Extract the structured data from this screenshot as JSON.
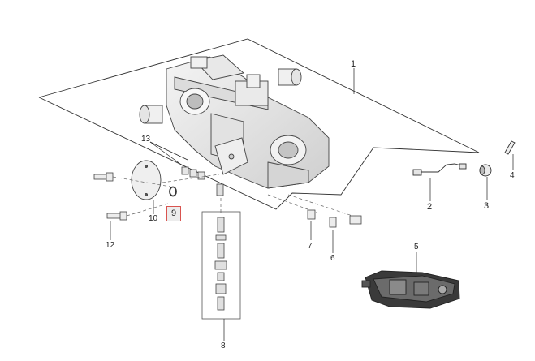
{
  "diagram": {
    "callouts": [
      {
        "id": "1",
        "label": "1"
      },
      {
        "id": "2",
        "label": "2"
      },
      {
        "id": "3",
        "label": "3"
      },
      {
        "id": "4",
        "label": "4"
      },
      {
        "id": "5",
        "label": "5"
      },
      {
        "id": "6",
        "label": "6"
      },
      {
        "id": "7",
        "label": "7"
      },
      {
        "id": "8",
        "label": "8"
      },
      {
        "id": "9",
        "label": "9",
        "selected": true
      },
      {
        "id": "10",
        "label": "10"
      },
      {
        "id": "12",
        "label": "12"
      },
      {
        "id": "13",
        "label": "13"
      }
    ],
    "highlight_color": "#d9534f"
  }
}
